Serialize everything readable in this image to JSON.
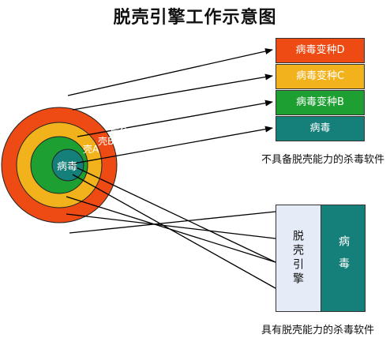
{
  "title": "脱壳引擎工作示意图",
  "colors": {
    "shell_c": "#ee4a14",
    "shell_b": "#f2b21c",
    "shell_a": "#1e9f32",
    "virus": "#157f7a",
    "unpack_engine_bg": "#e6ecf7"
  },
  "rings": {
    "shell_c": "壳C",
    "shell_b": "壳B",
    "shell_a": "壳A",
    "virus": "病毒"
  },
  "variant_stack": {
    "items": [
      {
        "label": "病毒变种D",
        "color": "#ee4a14"
      },
      {
        "label": "病毒变种C",
        "color": "#f2b21c"
      },
      {
        "label": "病毒变种B",
        "color": "#1e9f32"
      },
      {
        "label": "病毒",
        "color": "#157f7a"
      }
    ],
    "caption": "不具备脱壳能力的杀毒软件"
  },
  "engine": {
    "engine_label": "脱壳引擎",
    "virus_label": "病毒",
    "caption": "具有脱壳能力的杀毒软件"
  }
}
